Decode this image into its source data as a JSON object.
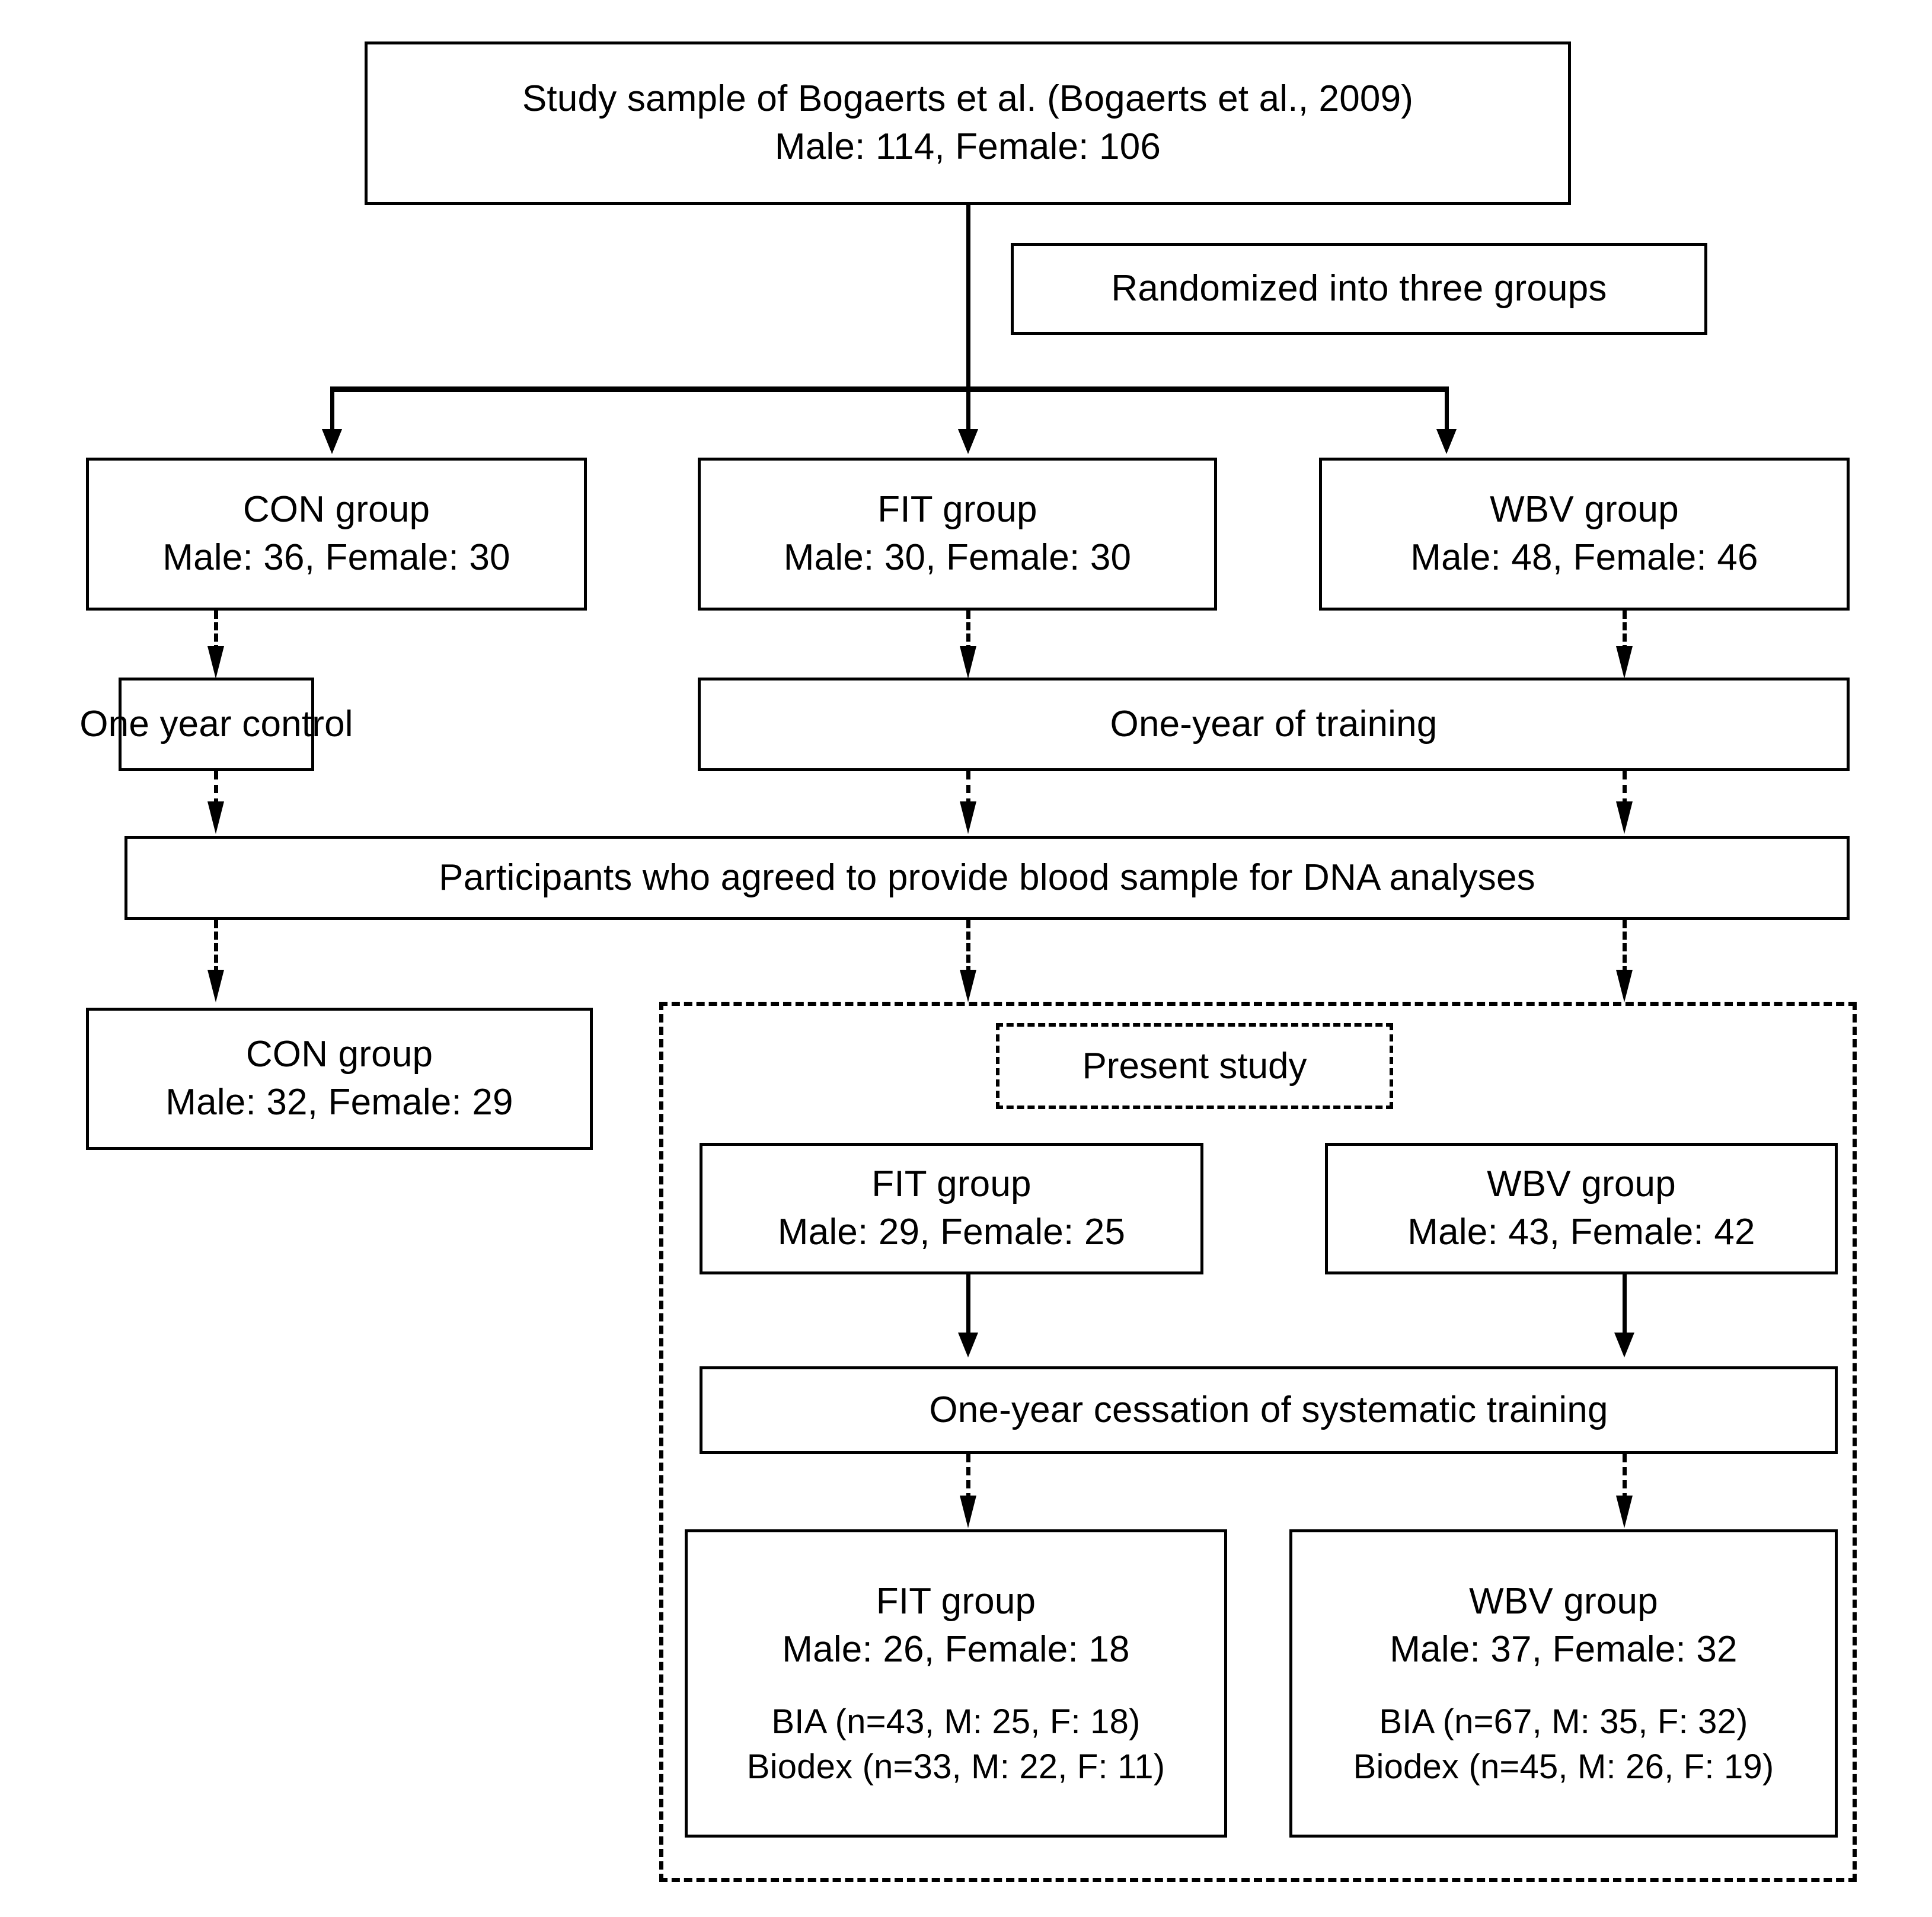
{
  "diagram": {
    "title": "Study flow diagram",
    "colors": {
      "line": "#000000",
      "box_fill": "#ffffff",
      "text": "#000000"
    },
    "nodes": {
      "source_study": {
        "line1": "Study sample of Bogaerts et al. (Bogaerts et al., 2009)",
        "line2": "Male: 114, Female: 106"
      },
      "randomization": {
        "label": "Randomized into three groups"
      },
      "con_group_initial": {
        "line1": "CON group",
        "line2": "Male: 36, Female: 30"
      },
      "fit_group_initial": {
        "line1": "FIT group",
        "line2": "Male: 30, Female: 30"
      },
      "wbv_group_initial": {
        "line1": "WBV group",
        "line2": "Male: 48, Female: 46"
      },
      "one_year_control": {
        "label": "One year control"
      },
      "one_year_training": {
        "label": "One-year of training"
      },
      "blood_sample": {
        "label": "Participants who agreed to provide blood sample for DNA analyses"
      },
      "con_group_dna": {
        "line1": "CON group",
        "line2": "Male: 32,  Female: 29"
      },
      "present_study": {
        "label": "Present study"
      },
      "fit_group_dna": {
        "line1": "FIT group",
        "line2": "Male: 29,  Female: 25"
      },
      "wbv_group_dna": {
        "line1": "WBV group",
        "line2": "Male: 43,  Female: 42"
      },
      "cessation": {
        "label": "One-year cessation of systematic training"
      },
      "fit_group_final": {
        "line1": "FIT group",
        "line2": "Male: 26,  Female: 18",
        "detail1": "BIA (n=43, M: 25, F: 18)",
        "detail2": "Biodex (n=33, M: 22, F: 11)"
      },
      "wbv_group_final": {
        "line1": "WBV group",
        "line2": "Male: 37,  Female: 32",
        "detail1": "BIA (n=67, M: 35, F: 32)",
        "detail2": "Biodex (n=45, M: 26, F: 19)"
      }
    }
  }
}
